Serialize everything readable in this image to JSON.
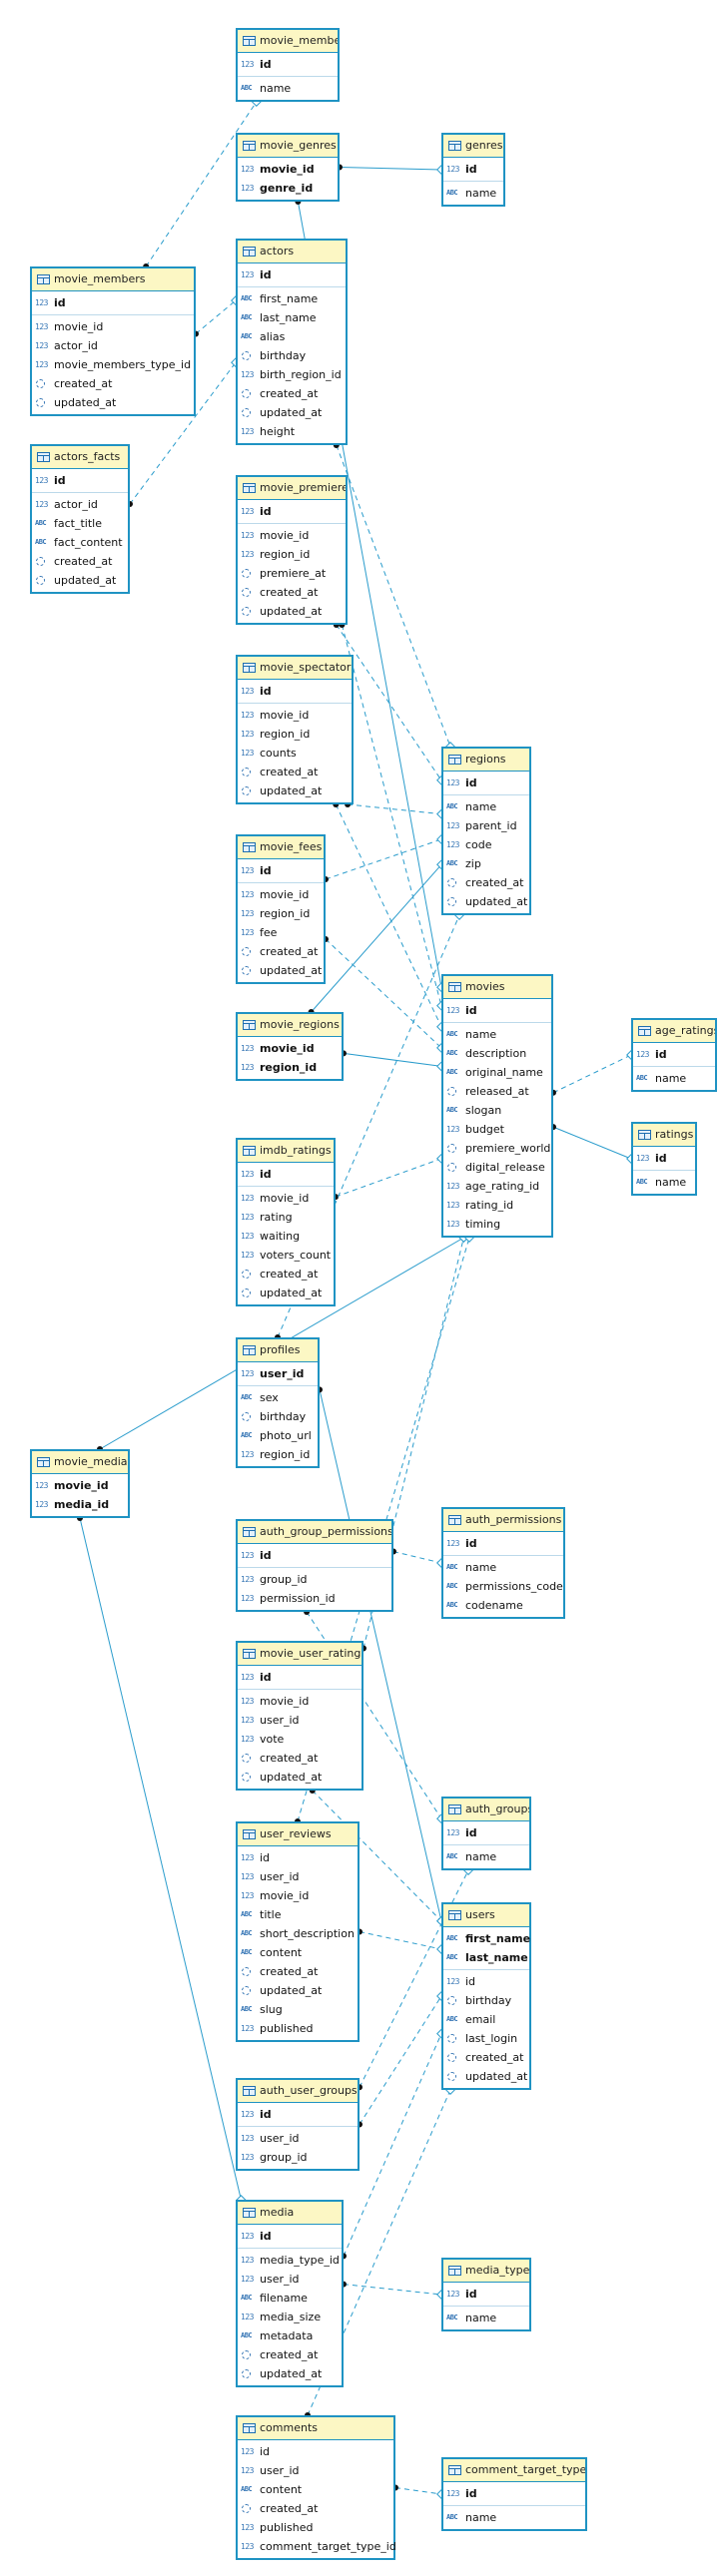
{
  "tables": {
    "movie_members_types": {
      "name": "movie_members_types",
      "columns": [
        {
          "name": "id",
          "type": "num",
          "pk": true
        },
        {
          "name": "name",
          "type": "txt"
        }
      ]
    },
    "movie_genres": {
      "name": "movie_genres",
      "columns": [
        {
          "name": "movie_id",
          "type": "num",
          "pk": true
        },
        {
          "name": "genre_id",
          "type": "num",
          "pk": true
        }
      ]
    },
    "genres": {
      "name": "genres",
      "columns": [
        {
          "name": "id",
          "type": "num",
          "pk": true
        },
        {
          "name": "name",
          "type": "txt"
        }
      ]
    },
    "movie_members": {
      "name": "movie_members",
      "columns": [
        {
          "name": "id",
          "type": "num",
          "pk": true
        },
        {
          "name": "movie_id",
          "type": "num"
        },
        {
          "name": "actor_id",
          "type": "num"
        },
        {
          "name": "movie_members_type_id",
          "type": "num"
        },
        {
          "name": "created_at",
          "type": "dt"
        },
        {
          "name": "updated_at",
          "type": "dt"
        }
      ]
    },
    "actors": {
      "name": "actors",
      "columns": [
        {
          "name": "id",
          "type": "num",
          "pk": true
        },
        {
          "name": "first_name",
          "type": "txt"
        },
        {
          "name": "last_name",
          "type": "txt"
        },
        {
          "name": "alias",
          "type": "txt"
        },
        {
          "name": "birthday",
          "type": "dt"
        },
        {
          "name": "birth_region_id",
          "type": "num"
        },
        {
          "name": "created_at",
          "type": "dt"
        },
        {
          "name": "updated_at",
          "type": "dt"
        },
        {
          "name": "height",
          "type": "num"
        }
      ]
    },
    "actors_facts": {
      "name": "actors_facts",
      "columns": [
        {
          "name": "id",
          "type": "num",
          "pk": true
        },
        {
          "name": "actor_id",
          "type": "num"
        },
        {
          "name": "fact_title",
          "type": "txt"
        },
        {
          "name": "fact_content",
          "type": "txt"
        },
        {
          "name": "created_at",
          "type": "dt"
        },
        {
          "name": "updated_at",
          "type": "dt"
        }
      ]
    },
    "movie_premiere": {
      "name": "movie_premiere",
      "columns": [
        {
          "name": "id",
          "type": "num",
          "pk": true
        },
        {
          "name": "movie_id",
          "type": "num"
        },
        {
          "name": "region_id",
          "type": "num"
        },
        {
          "name": "premiere_at",
          "type": "dt"
        },
        {
          "name": "created_at",
          "type": "dt"
        },
        {
          "name": "updated_at",
          "type": "dt"
        }
      ]
    },
    "movie_spectators": {
      "name": "movie_spectators",
      "columns": [
        {
          "name": "id",
          "type": "num",
          "pk": true
        },
        {
          "name": "movie_id",
          "type": "num"
        },
        {
          "name": "region_id",
          "type": "num"
        },
        {
          "name": "counts",
          "type": "num"
        },
        {
          "name": "created_at",
          "type": "dt"
        },
        {
          "name": "updated_at",
          "type": "dt"
        }
      ]
    },
    "regions": {
      "name": "regions",
      "columns": [
        {
          "name": "id",
          "type": "num",
          "pk": true
        },
        {
          "name": "name",
          "type": "txt"
        },
        {
          "name": "parent_id",
          "type": "num"
        },
        {
          "name": "code",
          "type": "num"
        },
        {
          "name": "zip",
          "type": "txt"
        },
        {
          "name": "created_at",
          "type": "dt"
        },
        {
          "name": "updated_at",
          "type": "dt"
        }
      ]
    },
    "movie_fees": {
      "name": "movie_fees",
      "columns": [
        {
          "name": "id",
          "type": "num",
          "pk": true
        },
        {
          "name": "movie_id",
          "type": "num"
        },
        {
          "name": "region_id",
          "type": "num"
        },
        {
          "name": "fee",
          "type": "num"
        },
        {
          "name": "created_at",
          "type": "dt"
        },
        {
          "name": "updated_at",
          "type": "dt"
        }
      ]
    },
    "movie_regions": {
      "name": "movie_regions",
      "columns": [
        {
          "name": "movie_id",
          "type": "num",
          "pk": true
        },
        {
          "name": "region_id",
          "type": "num",
          "pk": true
        }
      ]
    },
    "movies": {
      "name": "movies",
      "columns": [
        {
          "name": "id",
          "type": "num",
          "pk": true
        },
        {
          "name": "name",
          "type": "txt"
        },
        {
          "name": "description",
          "type": "txt"
        },
        {
          "name": "original_name",
          "type": "txt"
        },
        {
          "name": "released_at",
          "type": "dt"
        },
        {
          "name": "slogan",
          "type": "txt"
        },
        {
          "name": "budget",
          "type": "num"
        },
        {
          "name": "premiere_world",
          "type": "dt"
        },
        {
          "name": "digital_release",
          "type": "dt"
        },
        {
          "name": "age_rating_id",
          "type": "num"
        },
        {
          "name": "rating_id",
          "type": "num"
        },
        {
          "name": "timing",
          "type": "num"
        }
      ]
    },
    "age_ratings": {
      "name": "age_ratings",
      "columns": [
        {
          "name": "id",
          "type": "num",
          "pk": true
        },
        {
          "name": "name",
          "type": "txt"
        }
      ]
    },
    "ratings": {
      "name": "ratings",
      "columns": [
        {
          "name": "id",
          "type": "num",
          "pk": true
        },
        {
          "name": "name",
          "type": "txt"
        }
      ]
    },
    "imdb_ratings": {
      "name": "imdb_ratings",
      "columns": [
        {
          "name": "id",
          "type": "num",
          "pk": true
        },
        {
          "name": "movie_id",
          "type": "num"
        },
        {
          "name": "rating",
          "type": "num"
        },
        {
          "name": "waiting",
          "type": "num"
        },
        {
          "name": "voters_count",
          "type": "num"
        },
        {
          "name": "created_at",
          "type": "dt"
        },
        {
          "name": "updated_at",
          "type": "dt"
        }
      ]
    },
    "profiles": {
      "name": "profiles",
      "columns": [
        {
          "name": "user_id",
          "type": "num",
          "pk": true
        },
        {
          "name": "sex",
          "type": "txt"
        },
        {
          "name": "birthday",
          "type": "dt"
        },
        {
          "name": "photo_url",
          "type": "txt"
        },
        {
          "name": "region_id",
          "type": "num"
        }
      ]
    },
    "movie_medias": {
      "name": "movie_medias",
      "columns": [
        {
          "name": "movie_id",
          "type": "num",
          "pk": true
        },
        {
          "name": "media_id",
          "type": "num",
          "pk": true
        }
      ]
    },
    "auth_group_permissions": {
      "name": "auth_group_permissions",
      "columns": [
        {
          "name": "id",
          "type": "num",
          "pk": true
        },
        {
          "name": "group_id",
          "type": "num"
        },
        {
          "name": "permission_id",
          "type": "num"
        }
      ]
    },
    "auth_permissions": {
      "name": "auth_permissions",
      "columns": [
        {
          "name": "id",
          "type": "num",
          "pk": true
        },
        {
          "name": "name",
          "type": "txt"
        },
        {
          "name": "permissions_code",
          "type": "txt"
        },
        {
          "name": "codename",
          "type": "txt"
        }
      ]
    },
    "movie_user_ratings": {
      "name": "movie_user_ratings",
      "columns": [
        {
          "name": "id",
          "type": "num",
          "pk": true
        },
        {
          "name": "movie_id",
          "type": "num"
        },
        {
          "name": "user_id",
          "type": "num"
        },
        {
          "name": "vote",
          "type": "num"
        },
        {
          "name": "created_at",
          "type": "dt"
        },
        {
          "name": "updated_at",
          "type": "dt"
        }
      ]
    },
    "auth_groups": {
      "name": "auth_groups",
      "columns": [
        {
          "name": "id",
          "type": "num",
          "pk": true
        },
        {
          "name": "name",
          "type": "txt"
        }
      ]
    },
    "user_reviews": {
      "name": "user_reviews",
      "columns": [
        {
          "name": "id",
          "type": "num"
        },
        {
          "name": "user_id",
          "type": "num"
        },
        {
          "name": "movie_id",
          "type": "num"
        },
        {
          "name": "title",
          "type": "txt"
        },
        {
          "name": "short_description",
          "type": "txt"
        },
        {
          "name": "content",
          "type": "txt"
        },
        {
          "name": "created_at",
          "type": "dt"
        },
        {
          "name": "updated_at",
          "type": "dt"
        },
        {
          "name": "slug",
          "type": "txt"
        },
        {
          "name": "published",
          "type": "num"
        }
      ]
    },
    "users": {
      "name": "users",
      "columns": [
        {
          "name": "first_name",
          "type": "txt",
          "pk": true
        },
        {
          "name": "last_name",
          "type": "txt",
          "pk": true
        },
        {
          "name": "id",
          "type": "num"
        },
        {
          "name": "birthday",
          "type": "dt"
        },
        {
          "name": "email",
          "type": "txt"
        },
        {
          "name": "last_login",
          "type": "dt"
        },
        {
          "name": "created_at",
          "type": "dt"
        },
        {
          "name": "updated_at",
          "type": "dt"
        }
      ]
    },
    "auth_user_groups": {
      "name": "auth_user_groups",
      "columns": [
        {
          "name": "id",
          "type": "num",
          "pk": true
        },
        {
          "name": "user_id",
          "type": "num"
        },
        {
          "name": "group_id",
          "type": "num"
        }
      ]
    },
    "media": {
      "name": "media",
      "columns": [
        {
          "name": "id",
          "type": "num",
          "pk": true
        },
        {
          "name": "media_type_id",
          "type": "num"
        },
        {
          "name": "user_id",
          "type": "num"
        },
        {
          "name": "filename",
          "type": "txt"
        },
        {
          "name": "media_size",
          "type": "num"
        },
        {
          "name": "metadata",
          "type": "txt"
        },
        {
          "name": "created_at",
          "type": "dt"
        },
        {
          "name": "updated_at",
          "type": "dt"
        }
      ]
    },
    "media_types": {
      "name": "media_types",
      "columns": [
        {
          "name": "id",
          "type": "num",
          "pk": true
        },
        {
          "name": "name",
          "type": "txt"
        }
      ]
    },
    "comments": {
      "name": "comments",
      "columns": [
        {
          "name": "id",
          "type": "num"
        },
        {
          "name": "user_id",
          "type": "num"
        },
        {
          "name": "content",
          "type": "txt"
        },
        {
          "name": "created_at",
          "type": "dt"
        },
        {
          "name": "published",
          "type": "num"
        },
        {
          "name": "comment_target_type_id",
          "type": "num"
        }
      ]
    },
    "comment_target_types": {
      "name": "comment_target_types",
      "columns": [
        {
          "name": "id",
          "type": "num",
          "pk": true
        },
        {
          "name": "name",
          "type": "txt"
        }
      ]
    }
  },
  "type_icons": {
    "num": "123",
    "txt": "ABC",
    "dt": "clock"
  },
  "colors": {
    "border": "#1f93c3",
    "header": "#fcf7c4",
    "line": "#2a9ccc"
  }
}
